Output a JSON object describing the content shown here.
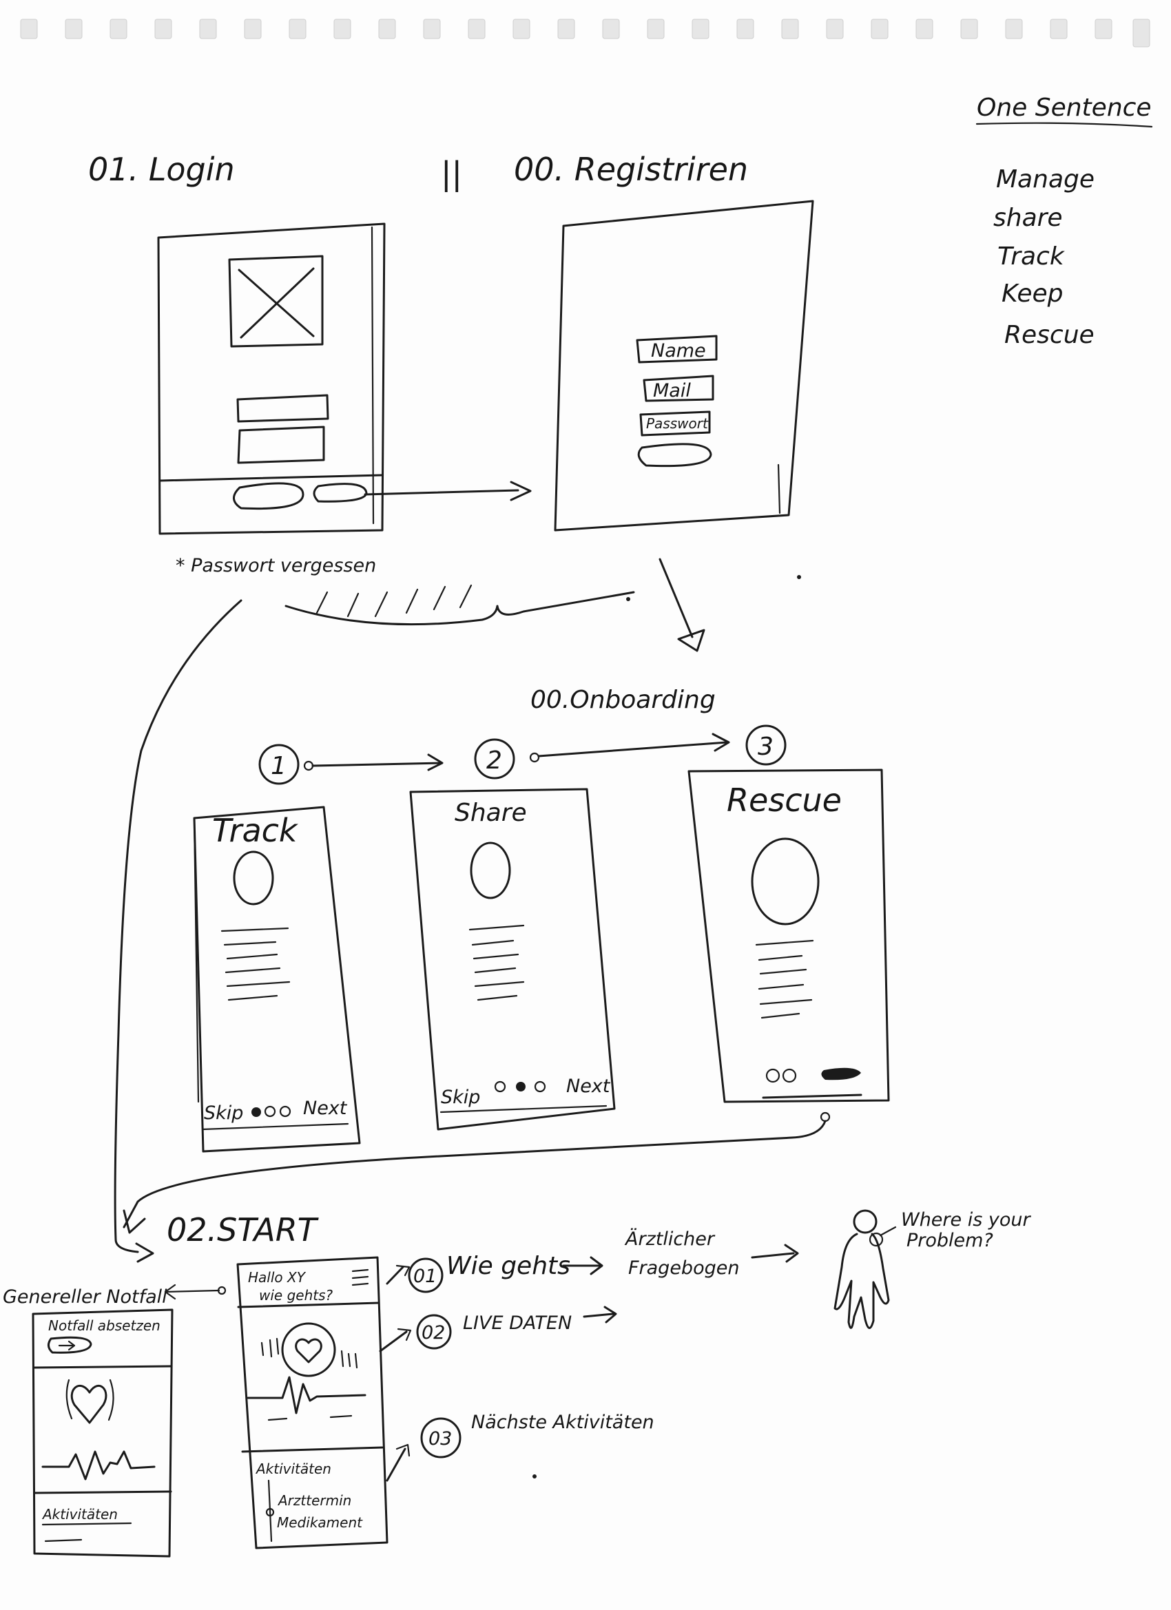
{
  "one_sentence": {
    "title": "One Sentence",
    "words": [
      "Manage",
      "share",
      "Track",
      "Keep",
      "Rescue"
    ]
  },
  "login": {
    "title": "01. Login",
    "forgot_password": "* Passwort vergessen"
  },
  "separator": "||",
  "register": {
    "title": "00. Registriren",
    "fields": [
      "Name",
      "Mail",
      "Passwort"
    ]
  },
  "onboarding": {
    "title": "00.Onboarding",
    "steps": [
      {
        "number": "1",
        "title": "Track",
        "skip": "Skip",
        "next": "Next"
      },
      {
        "number": "2",
        "title": "Share",
        "skip": "Skip",
        "next": "Next"
      },
      {
        "number": "3",
        "title": "Rescue"
      }
    ]
  },
  "start": {
    "title": "02.START",
    "emergency_label": "Genereller Notfall",
    "emergency_screen": {
      "cancel_label": "Notfall absetzen",
      "activities_label": "Aktivitäten"
    },
    "home_screen": {
      "greeting_line1": "Hallo XY",
      "greeting_line2": "wie gehts?",
      "activities_title": "Aktivitäten",
      "activity_items": [
        "Arzttermin",
        "Medikament"
      ]
    },
    "notes": [
      {
        "number": "01",
        "text": "Wie gehts"
      },
      {
        "number": "02",
        "text": "LIVE DATEN"
      },
      {
        "number": "03",
        "text": "Nächste Aktivitäten"
      }
    ],
    "questionnaire": "Ärztlicher Fragebogen",
    "body_question": "Where is your Problem?"
  }
}
